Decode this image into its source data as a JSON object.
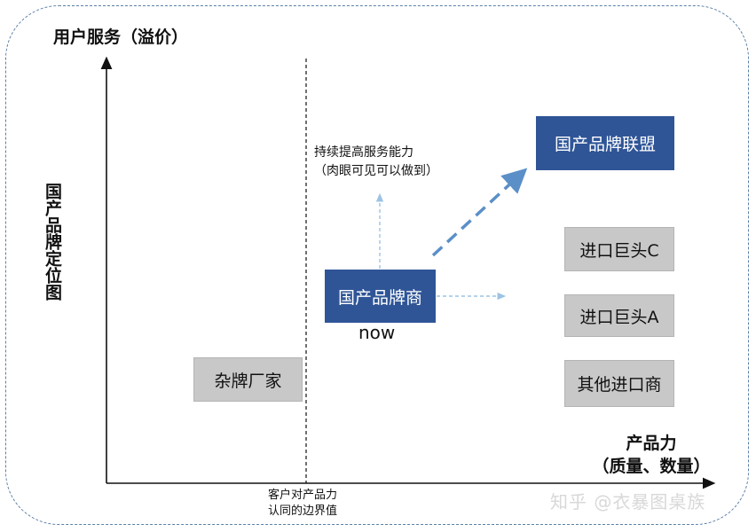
{
  "axes": {
    "y_title": "用户服务（溢价）",
    "y_label": "国产品牌定位图",
    "x_title": "产品力",
    "x_subtitle": "（质量、数量）",
    "boundary_label": [
      "客户对产品力",
      "认同的边界值"
    ]
  },
  "annotations": {
    "service_upgrade": [
      "持续提高服务能力",
      "（肉眼可见可以做到）"
    ],
    "now": "now"
  },
  "boxes": {
    "alliance": "国产品牌联盟",
    "domestic": "国产品牌商",
    "import_c": "进口巨头C",
    "import_a": "进口巨头A",
    "other_import": "其他进口商",
    "misc": "杂牌厂家"
  },
  "watermark": "知乎 @衣暴图桌族",
  "colors": {
    "dark_box": "#2f5597",
    "gray_box": "#c8c8c8",
    "arrow_dashed": "#5b8fc7",
    "arrow_light": "#9cc3e6",
    "frame": "#5b7fa6"
  }
}
